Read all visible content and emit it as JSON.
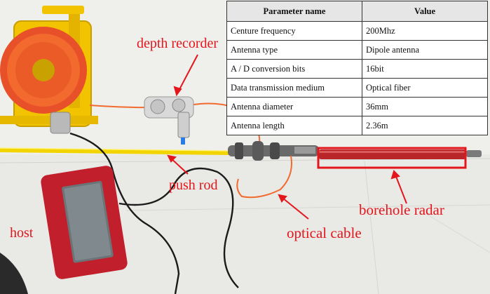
{
  "table": {
    "headers": [
      "Parameter name",
      "Value"
    ],
    "rows": [
      [
        "Centure frequency",
        "200Mhz"
      ],
      [
        "Antenna type",
        "Dipole antenna"
      ],
      [
        "A / D conversion bits",
        "16bit"
      ],
      [
        "Data transmission medium",
        "Optical fiber"
      ],
      [
        "Antenna diameter",
        "36mm"
      ],
      [
        "Antenna length",
        "2.36m"
      ]
    ]
  },
  "labels": {
    "depth_recorder": "depth recorder",
    "push_rod": "push rod",
    "host": "host",
    "optical_cable": "optical cable",
    "borehole_radar": "borehole radar"
  },
  "colors": {
    "annotation": "#e3161c",
    "cable": "#f26a2e",
    "reel": "#f2c300",
    "push_rod": "#f1d400",
    "radar_tube": "#b8262a",
    "host_case": "#c21f2c",
    "floor": "#e9e9e6"
  }
}
